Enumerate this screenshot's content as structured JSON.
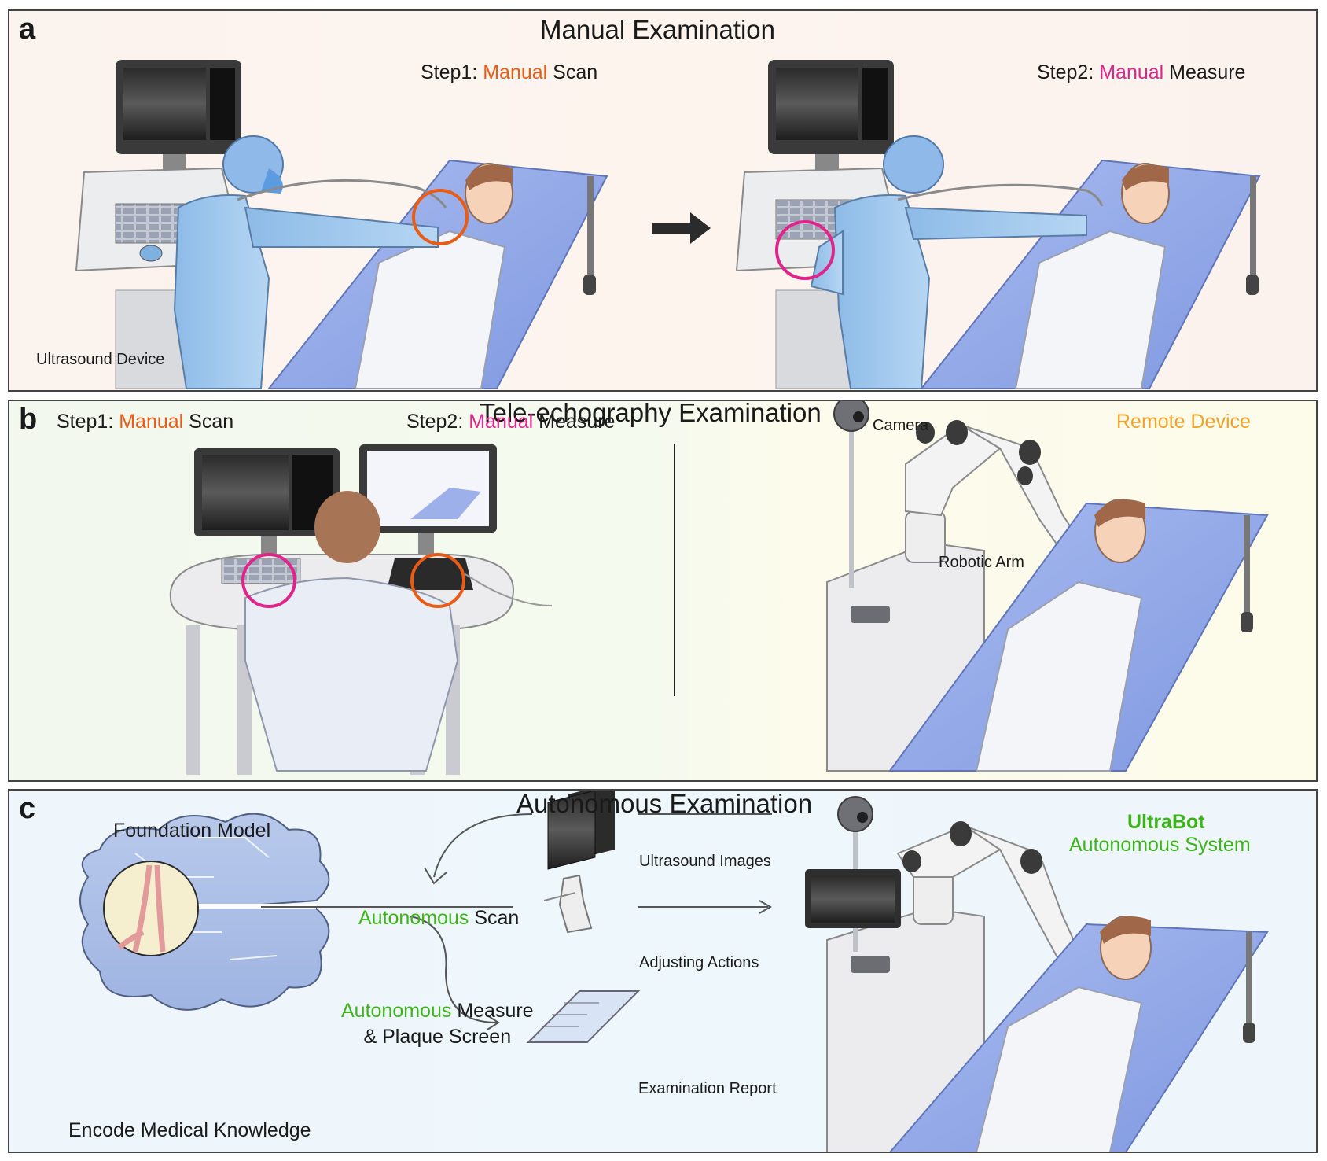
{
  "colors": {
    "scan_orange": "#e85c15",
    "measure_pink": "#e0248a",
    "remote_amber": "#f2a22a",
    "ultrabot_green": "#3db31a",
    "scrub_blue": "#9cc6ec",
    "bed_blue": "#8fa7e6"
  },
  "panel_a": {
    "label": "a",
    "title": "Manual Examination",
    "step1": {
      "prefix": "Step1: ",
      "highlight": "Manual",
      "suffix": " Scan"
    },
    "step2": {
      "prefix": "Step2: ",
      "highlight": "Manual",
      "suffix": " Measure"
    },
    "device_label": "Ultrasound Device",
    "arrow_icon": "right-arrow-icon"
  },
  "panel_b": {
    "label": "b",
    "title": "Tele-echography Examination",
    "step1": {
      "prefix": "Step1: ",
      "highlight": "Manual",
      "suffix": " Scan"
    },
    "step2": {
      "prefix": "Step2: ",
      "highlight": "Manual",
      "suffix": " Measure"
    },
    "camera_label": "Camera",
    "remote_label": "Remote Device",
    "arm_label": "Robotic Arm"
  },
  "panel_c": {
    "label": "c",
    "title": "Autonomous Examination",
    "foundation_label": "Foundation Model",
    "knowledge_label": "Encode Medical Knowledge",
    "scan": {
      "highlight": "Autonomous",
      "suffix": " Scan"
    },
    "measure": {
      "highlight": "Autonomous",
      "suffix": " Measure",
      "line2": "& Plaque Screen"
    },
    "images_label": "Ultrasound Images",
    "actions_label": "Adjusting Actions",
    "report_label": "Examination Report",
    "brand": "UltraBot",
    "brand_sub": "Autonomous System"
  }
}
